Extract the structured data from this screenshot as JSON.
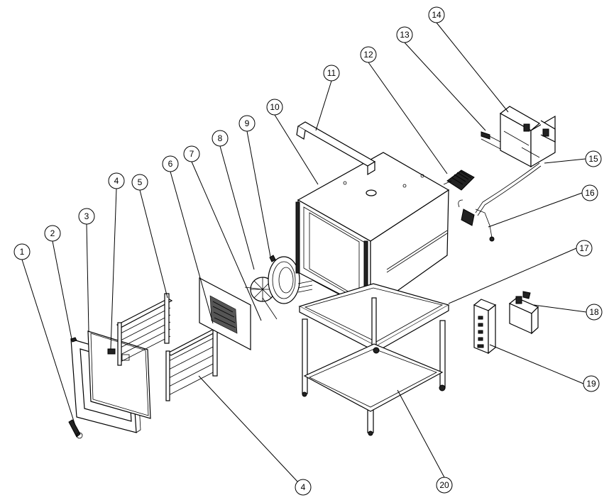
{
  "callouts": [
    {
      "label": "1"
    },
    {
      "label": "2"
    },
    {
      "label": "3"
    },
    {
      "label": "4"
    },
    {
      "label": "5"
    },
    {
      "label": "6"
    },
    {
      "label": "7"
    },
    {
      "label": "8"
    },
    {
      "label": "9"
    },
    {
      "label": "10"
    },
    {
      "label": "11"
    },
    {
      "label": "12"
    },
    {
      "label": "13"
    },
    {
      "label": "14"
    },
    {
      "label": "15"
    },
    {
      "label": "16"
    },
    {
      "label": "17"
    },
    {
      "label": "18"
    },
    {
      "label": "19"
    },
    {
      "label": "20"
    },
    {
      "label": "4"
    }
  ]
}
